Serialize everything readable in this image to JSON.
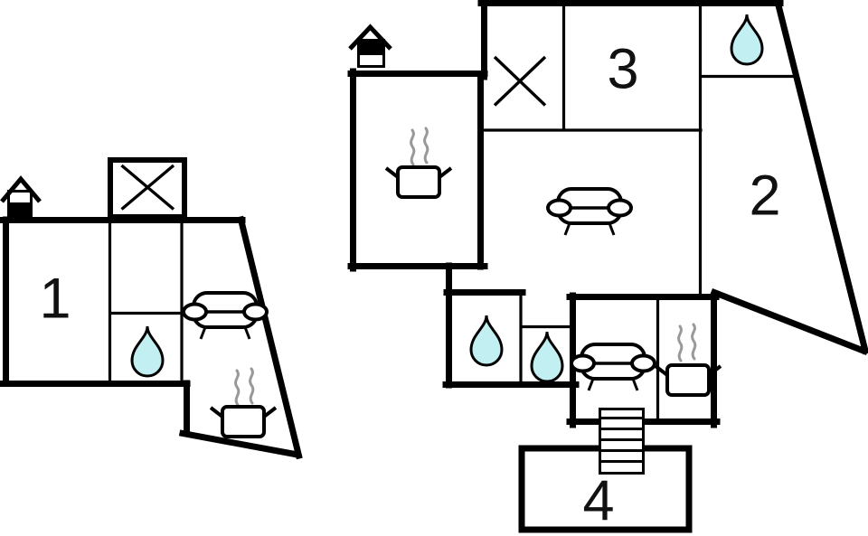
{
  "image": {
    "type": "floor-plan",
    "floors_count": 2,
    "background": "#ffffff"
  },
  "colors": {
    "wall": "#000000",
    "drop_fill": "#c2f0f2",
    "steam": "#999999",
    "icon_fill": "#ffffff",
    "label": "#111111"
  },
  "labels": {
    "room1": "1",
    "room2": "2",
    "room3": "3",
    "room4": "4"
  },
  "floors": {
    "lower": {
      "room_labels": [
        "1"
      ],
      "indicator": "house-icon-bottom-band-filled",
      "icons": [
        "staircase-x",
        "water-drop",
        "sofa",
        "pot-with-steam"
      ]
    },
    "upper": {
      "room_labels": [
        "2",
        "3",
        "4"
      ],
      "indicator": "house-icon-top-band-filled",
      "icons": [
        "staircase-x",
        "pot-with-steam",
        "sofa",
        "water-drop",
        "water-drop",
        "water-drop",
        "sofa",
        "pot-with-steam",
        "stairs-ladder"
      ]
    }
  },
  "icons_legend": {
    "x_in_square": "staircase-location",
    "water_drop": "bathroom-shower",
    "pot_with_steam": "kitchen-stove",
    "sofa": "living-lounge-area",
    "ladder_rungs": "connecting-stairs",
    "house_band": "storey-indicator"
  }
}
